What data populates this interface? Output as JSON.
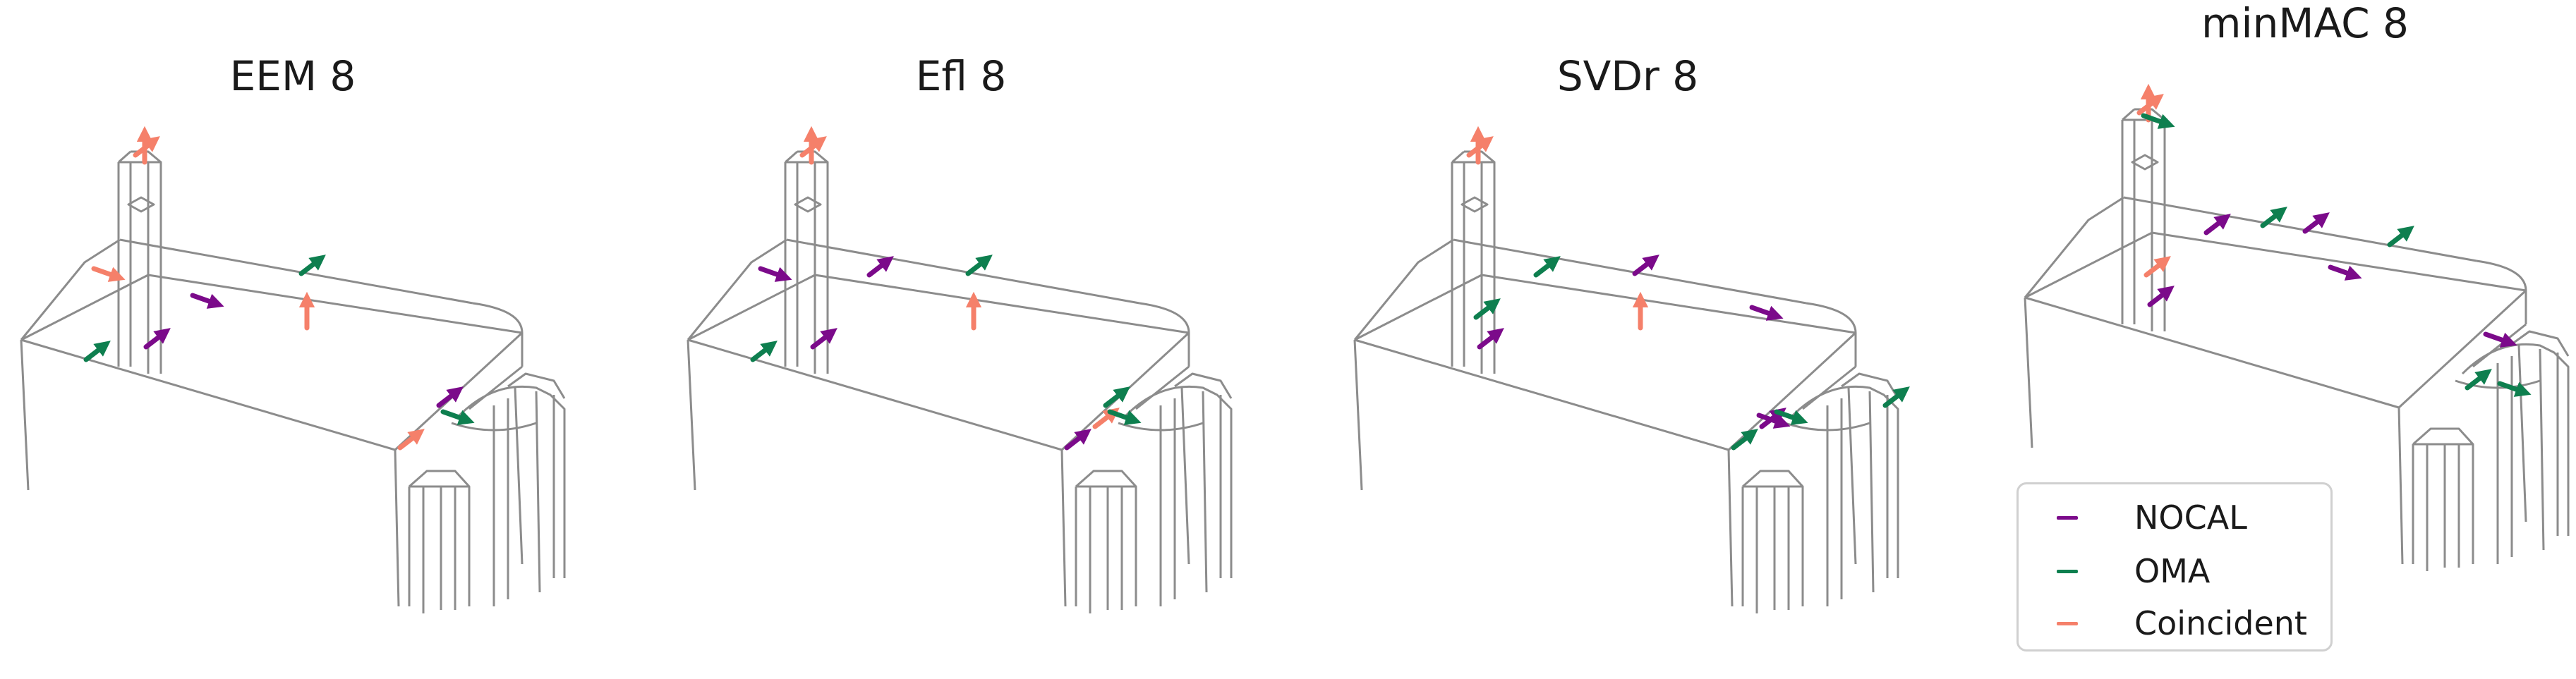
{
  "panels": [
    {
      "title": "EEM 8",
      "sensors": [
        [
          "coincident",
          "tower_top",
          "w"
        ],
        [
          "coincident",
          "tower_top",
          "v"
        ],
        [
          "coincident",
          "roof_front",
          "u"
        ],
        [
          "nocal",
          "roof_front_mid",
          "u"
        ],
        [
          "oma",
          "ridge_mid",
          "v"
        ],
        [
          "coincident",
          "roof_center",
          "w"
        ],
        [
          "oma",
          "ground_left",
          "v"
        ],
        [
          "nocal",
          "ground_mid",
          "v"
        ],
        [
          "nocal",
          "right_upper",
          "v"
        ],
        [
          "oma",
          "right_upper_b",
          "u"
        ],
        [
          "coincident",
          "right_lower",
          "v"
        ]
      ]
    },
    {
      "title": "Efl 8",
      "sensors": [
        [
          "coincident",
          "tower_top",
          "w"
        ],
        [
          "coincident",
          "tower_top",
          "v"
        ],
        [
          "nocal",
          "roof_front",
          "u"
        ],
        [
          "nocal",
          "ridge_left",
          "v"
        ],
        [
          "oma",
          "ridge_mid",
          "v"
        ],
        [
          "coincident",
          "roof_center",
          "w"
        ],
        [
          "oma",
          "ground_left",
          "v"
        ],
        [
          "nocal",
          "ground_mid",
          "v"
        ],
        [
          "coincident",
          "eave_right",
          "v"
        ],
        [
          "oma",
          "right_upper",
          "v"
        ],
        [
          "oma",
          "right_upper_b",
          "u"
        ],
        [
          "nocal",
          "right_lower",
          "v"
        ]
      ]
    },
    {
      "title": "SVDr 8",
      "sensors": [
        [
          "coincident",
          "tower_top",
          "w"
        ],
        [
          "coincident",
          "tower_top",
          "v"
        ],
        [
          "oma",
          "ridge_left",
          "v"
        ],
        [
          "nocal",
          "ridge_mid",
          "v"
        ],
        [
          "coincident",
          "roof_center",
          "w"
        ],
        [
          "nocal",
          "roof_right",
          "u"
        ],
        [
          "oma",
          "tower_low",
          "v"
        ],
        [
          "nocal",
          "ground_mid",
          "v"
        ],
        [
          "nocal",
          "eave_right",
          "v"
        ],
        [
          "nocal",
          "eave_right",
          "u"
        ],
        [
          "oma",
          "right_upper_b",
          "u"
        ],
        [
          "oma",
          "apse_right",
          "v"
        ],
        [
          "oma",
          "right_lower",
          "v"
        ]
      ]
    },
    {
      "title": "minMAC 8",
      "sensors": [
        [
          "coincident",
          "tower_top",
          "w"
        ],
        [
          "coincident",
          "tower_top",
          "v"
        ],
        [
          "oma",
          "tower_top2",
          "u"
        ],
        [
          "nocal",
          "ridge_left",
          "v"
        ],
        [
          "oma",
          "ridge_left2",
          "v"
        ],
        [
          "nocal",
          "ridge_mid",
          "v"
        ],
        [
          "oma",
          "ridge_right",
          "v"
        ],
        [
          "nocal",
          "roof_center_r",
          "u"
        ],
        [
          "coincident",
          "tower_low",
          "v"
        ],
        [
          "nocal",
          "ground_mid",
          "v"
        ],
        [
          "nocal",
          "apse_top",
          "u"
        ],
        [
          "oma",
          "apse_left",
          "v"
        ],
        [
          "oma",
          "apse_mid",
          "u"
        ]
      ]
    }
  ],
  "legend": {
    "items": [
      {
        "key": "nocal",
        "label": "NOCAL",
        "color": "#7b0a8a"
      },
      {
        "key": "oma",
        "label": "OMA",
        "color": "#0e7f4f"
      },
      {
        "key": "coincident",
        "label": "Coincident",
        "color": "#f5806a"
      }
    ]
  },
  "colors": {
    "structure": "#8c8c8c",
    "nocal": "#7b0a8a",
    "oma": "#0e7f4f",
    "coincident": "#f5806a",
    "title": "#1a1a1a"
  }
}
